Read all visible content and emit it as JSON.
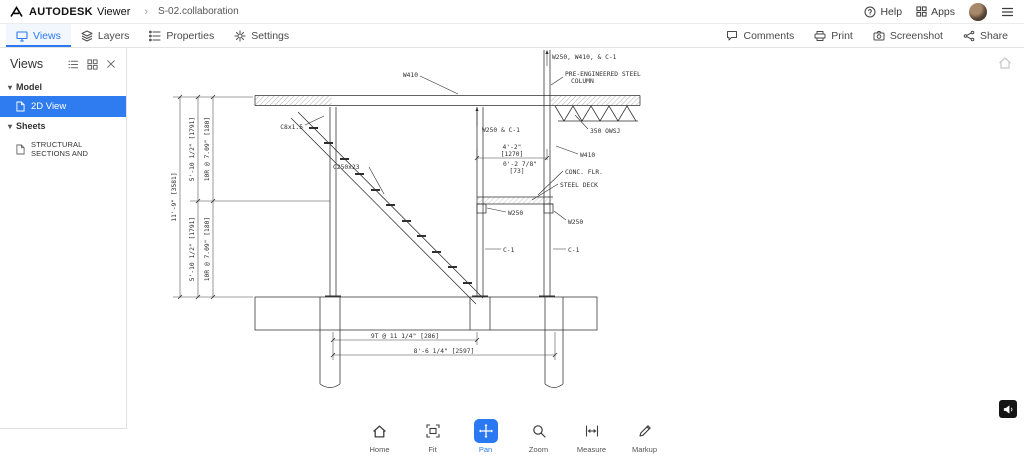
{
  "header": {
    "brand": "AUTODESK",
    "product": "Viewer",
    "breadcrumb": "S-02.collaboration",
    "help_label": "Help",
    "apps_label": "Apps"
  },
  "toolbar": {
    "views": "Views",
    "layers": "Layers",
    "properties": "Properties",
    "settings": "Settings",
    "comments": "Comments",
    "print": "Print",
    "screenshot": "Screenshot",
    "share": "Share"
  },
  "views_panel": {
    "title": "Views",
    "model_section": "Model",
    "model_items": [
      {
        "label": "2D View",
        "active": true
      }
    ],
    "sheets_section": "Sheets",
    "sheet_items": [
      {
        "label": "STRUCTURAL SECTIONS AND"
      }
    ]
  },
  "dock": {
    "home": "Home",
    "fit": "Fit",
    "pan": "Pan",
    "zoom": "Zoom",
    "measure": "Measure",
    "markup": "Markup"
  },
  "colors": {
    "accent_blue": "#2a79f3",
    "active_item_blue": "#2e7cf0",
    "drawing_stroke": "#2f2f2f"
  },
  "drawing": {
    "labels": {
      "top_members": "W250, W410, & C-1",
      "pre_engineered_line1": "PRE-ENGINEERED STEEL",
      "pre_engineered_line2": "COLUMN",
      "w410_top": "W410",
      "owsj": "350 OWSJ",
      "w250_c1_mid": "W250 & C-1",
      "c8": "C8x1.5",
      "w410_right": "W410",
      "dim_landing": "4'-2\"",
      "dim_landing_mm": "[1270]",
      "dim_offset": "0'-2 7/8\"",
      "dim_offset_mm": "[73]",
      "conc_flr": "CONC. FLR.",
      "steel_deck": "STEEL DECK",
      "c250": "C250x23",
      "w250_left": "W250",
      "w250_right": "W250",
      "c1_left": "C-1",
      "c1_right": "C-1",
      "dim_total_height": "11'-9\" [3581]",
      "dim_upper_height": "5'-10 1/2\" [1791]",
      "dim_upper_risers": "10R @ 7.09\" [180]",
      "dim_lower_height": "5'-10 1/2\" [1791]",
      "dim_lower_risers": "10R @ 7.09\" [180]",
      "dim_treads": "9T @ 11 1/4\" [286]",
      "dim_total_width": "8'-6 1/4\" [2597]"
    }
  }
}
